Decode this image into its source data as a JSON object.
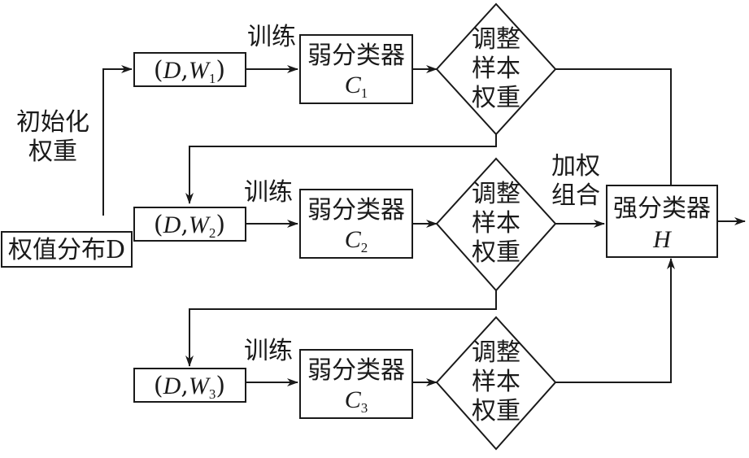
{
  "nodes": {
    "init_weight": "权值分布D",
    "init_label_line1": "初始化",
    "init_label_line2": "权重",
    "dw": [
      {
        "open": "(",
        "D": "D",
        "comma": ",",
        "W": "W",
        "sub": "1",
        "close": ")"
      },
      {
        "open": "(",
        "D": "D",
        "comma": ",",
        "W": "W",
        "sub": "2",
        "close": ")"
      },
      {
        "open": "(",
        "D": "D",
        "comma": ",",
        "W": "W",
        "sub": "3",
        "close": ")"
      }
    ],
    "train_label": [
      "训练",
      "训练",
      "训练"
    ],
    "weak_classifier": [
      {
        "title": "弱分类器",
        "C": "C",
        "sub": "1"
      },
      {
        "title": "弱分类器",
        "C": "C",
        "sub": "2"
      },
      {
        "title": "弱分类器",
        "C": "C",
        "sub": "3"
      }
    ],
    "adjust": [
      {
        "line1": "调整",
        "line2": "样本",
        "line3": "权重"
      },
      {
        "line1": "调整",
        "line2": "样本",
        "line3": "权重"
      },
      {
        "line1": "调整",
        "line2": "样本",
        "line3": "权重"
      }
    ],
    "combine_line1": "加权",
    "combine_line2": "组合",
    "strong_classifier": {
      "title": "强分类器",
      "H": "H"
    }
  }
}
